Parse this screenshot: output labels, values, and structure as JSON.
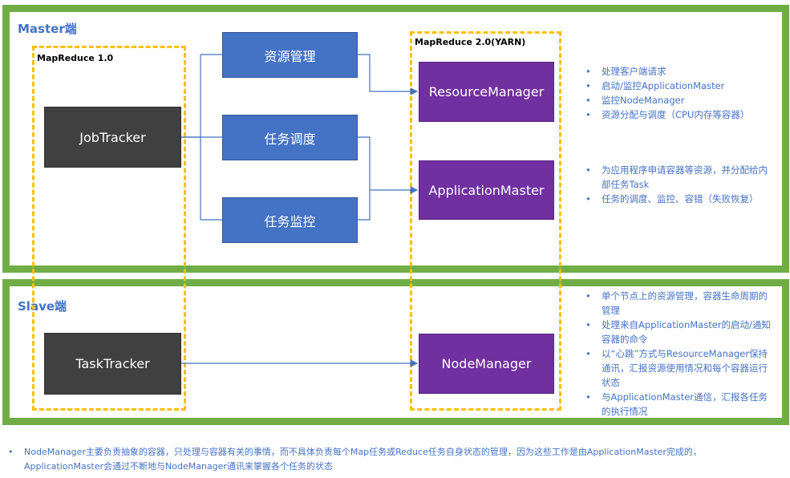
{
  "master": {
    "title": "Master端"
  },
  "slave": {
    "title": "Slave端"
  },
  "mr1": {
    "label": "MapReduce 1.0"
  },
  "mr2": {
    "label": "MapReduce 2.0(YARN)"
  },
  "boxes": {
    "jobtracker": "JobTracker",
    "tasktracker": "TaskTracker",
    "resource_mgmt": "资源管理",
    "task_scheduling": "任务调度",
    "task_monitoring": "任务监控",
    "resourcemanager": "ResourceManager",
    "applicationmaster": "ApplicationMaster",
    "nodemanager": "NodeManager"
  },
  "notes": {
    "resourcemanager": [
      "处理客户端请求",
      "启动/监控ApplicationMaster",
      "监控NodeManager",
      "资源分配与调度（CPU内存等容器）"
    ],
    "applicationmaster": [
      "为应用程序申请容器等资源，并分配给内部任务Task",
      "任务的调度、监控、容错（失败恢复）"
    ],
    "nodemanager": [
      "单个节点上的资源管理，容器生命周期的管理",
      "处理来自ApplicationMaster的启动/通知容器的命令",
      "以“心跳”方式与ResourceManager保持通讯，汇报资源使用情况和每个容器运行状态",
      "与ApplicationMaster通信，汇报各任务的执行情况"
    ]
  },
  "footer": "NodeManager主要负责抽象的容器，只处理与容器有关的事情，而不具体负责每个Map任务或Reduce任务自身状态的管理，因为这些工作是由ApplicationMaster完成的，ApplicationMaster会通过不断地与NodeManager通讯来掌握各个任务的状态",
  "colors": {
    "green": "#70ad47",
    "blue": "#4472c4",
    "purple": "#7030a0",
    "gray": "#404040",
    "yellow": "#ffc000"
  }
}
